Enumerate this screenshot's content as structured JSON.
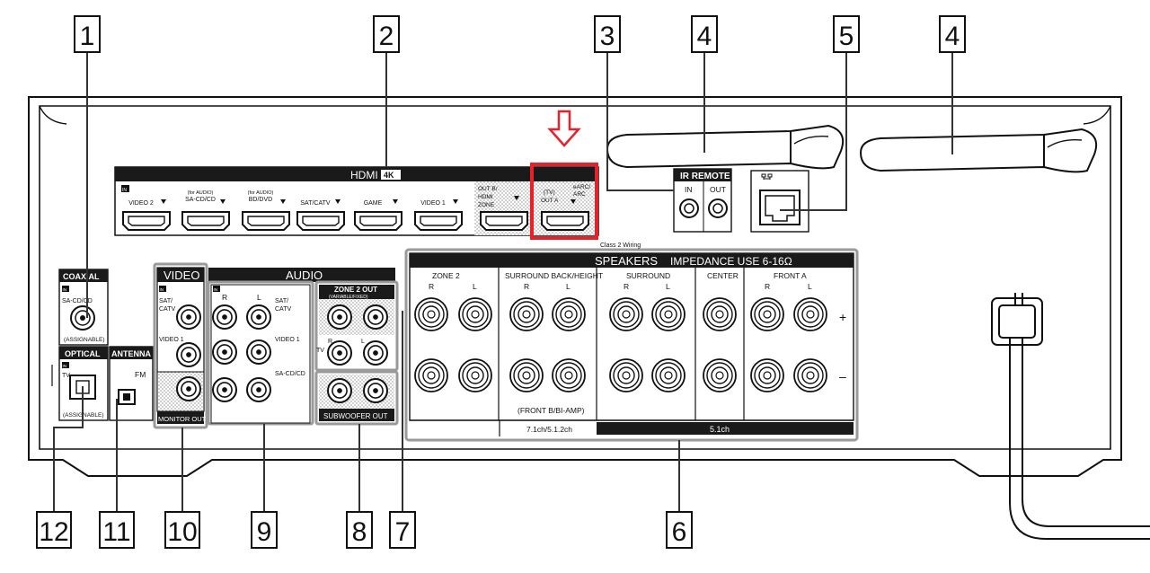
{
  "callouts": [
    "1",
    "2",
    "3",
    "4",
    "4",
    "5",
    "6",
    "7",
    "8",
    "9",
    "10",
    "11",
    "12"
  ],
  "hdmi": {
    "title": "HDMI",
    "badge": "4K",
    "in": "IN",
    "ports": [
      {
        "lines": [
          "VIDEO 2"
        ]
      },
      {
        "lines": [
          "(for AUDIO)",
          "SA-CD/CD"
        ]
      },
      {
        "lines": [
          "(for AUDIO)",
          "BD/DVD"
        ]
      },
      {
        "lines": [
          "SAT/CATV"
        ]
      },
      {
        "lines": [
          "GAME"
        ]
      },
      {
        "lines": [
          "VIDEO 1"
        ]
      }
    ],
    "out_b": [
      "OUT B/",
      "HDMI",
      "ZONE"
    ],
    "out_a": [
      "(TV)",
      "OUT A"
    ],
    "earc": [
      "eARC/",
      "ARC"
    ]
  },
  "ir_remote": {
    "title": "IR REMOTE",
    "in": "IN",
    "out": "OUT"
  },
  "class2": "Class 2 Wiring",
  "speakers": {
    "title": "SPEAKERS",
    "impedance": "IMPEDANCE USE 6-16Ω",
    "groups": [
      "ZONE 2",
      "SURROUND BACK/HEIGHT",
      "SURROUND",
      "CENTER",
      "FRONT A"
    ],
    "r": "R",
    "l": "L",
    "plus": "+",
    "minus": "–",
    "front_b": "(FRONT B/BI-AMP)",
    "mode_71": "7.1ch/5.1.2ch",
    "mode_51": "5.1ch"
  },
  "coaxial": {
    "title": "COAXIAL",
    "in": "IN",
    "src": "SA-CD/CD",
    "note": "(ASSIGNABLE)"
  },
  "optical": {
    "title": "OPTICAL",
    "in": "IN",
    "src": "TV",
    "note": "(ASSIGNABLE)"
  },
  "antenna": {
    "title": "ANTENNA",
    "fm": "FM"
  },
  "video": {
    "title": "VIDEO",
    "in": "IN",
    "sat": [
      "SAT/",
      "CATV"
    ],
    "v1": "VIDEO 1",
    "monitor": "MONITOR OUT"
  },
  "audio": {
    "title": "AUDIO",
    "in": "IN",
    "r": "R",
    "l": "L",
    "sat": [
      "SAT/",
      "CATV"
    ],
    "v1": "VIDEO 1",
    "sacd": "SA-CD/CD"
  },
  "zone2out": {
    "title": "ZONE 2 OUT",
    "sub": "(VARIABLE/FIXED)",
    "tv": "TV",
    "r": "R",
    "l": "L"
  },
  "subwoofer": {
    "title": "SUBWOOFER OUT"
  },
  "colors": {
    "highlight": "#e8202a",
    "band": "#1a1a1a",
    "outline": "#111111",
    "group_box": "#9a9a9a"
  }
}
